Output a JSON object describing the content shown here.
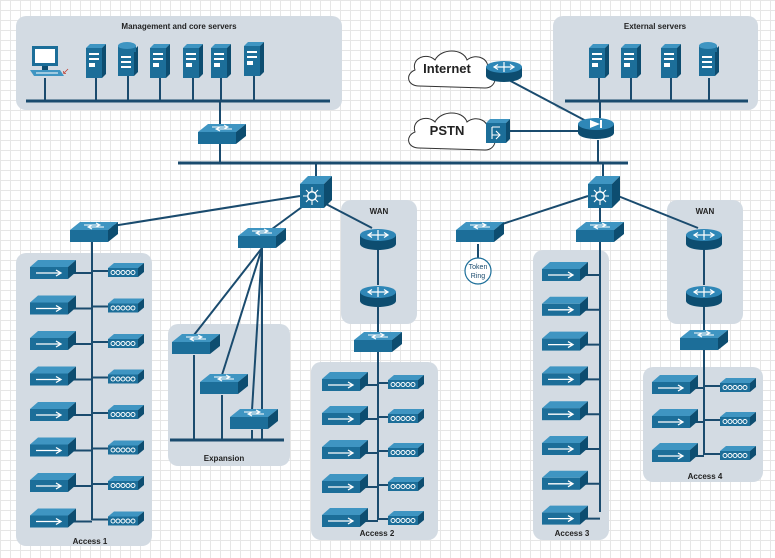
{
  "groups": {
    "mgmt": "Management and core servers",
    "external": "External servers",
    "wan_left": "WAN",
    "wan_right": "WAN",
    "access1": "Access 1",
    "access2": "Access 2",
    "access3": "Access 3",
    "access4": "Access 4",
    "expansion": "Expansion"
  },
  "clouds": {
    "internet": "Internet",
    "pstn": "PSTN"
  },
  "token_ring": {
    "line1": "Token",
    "line2": "Ring"
  },
  "colors": {
    "device_blue": "#1c6e99",
    "device_dark": "#0d4d70",
    "group_fill": "#d3dbe3",
    "line": "#1a4b6e"
  }
}
